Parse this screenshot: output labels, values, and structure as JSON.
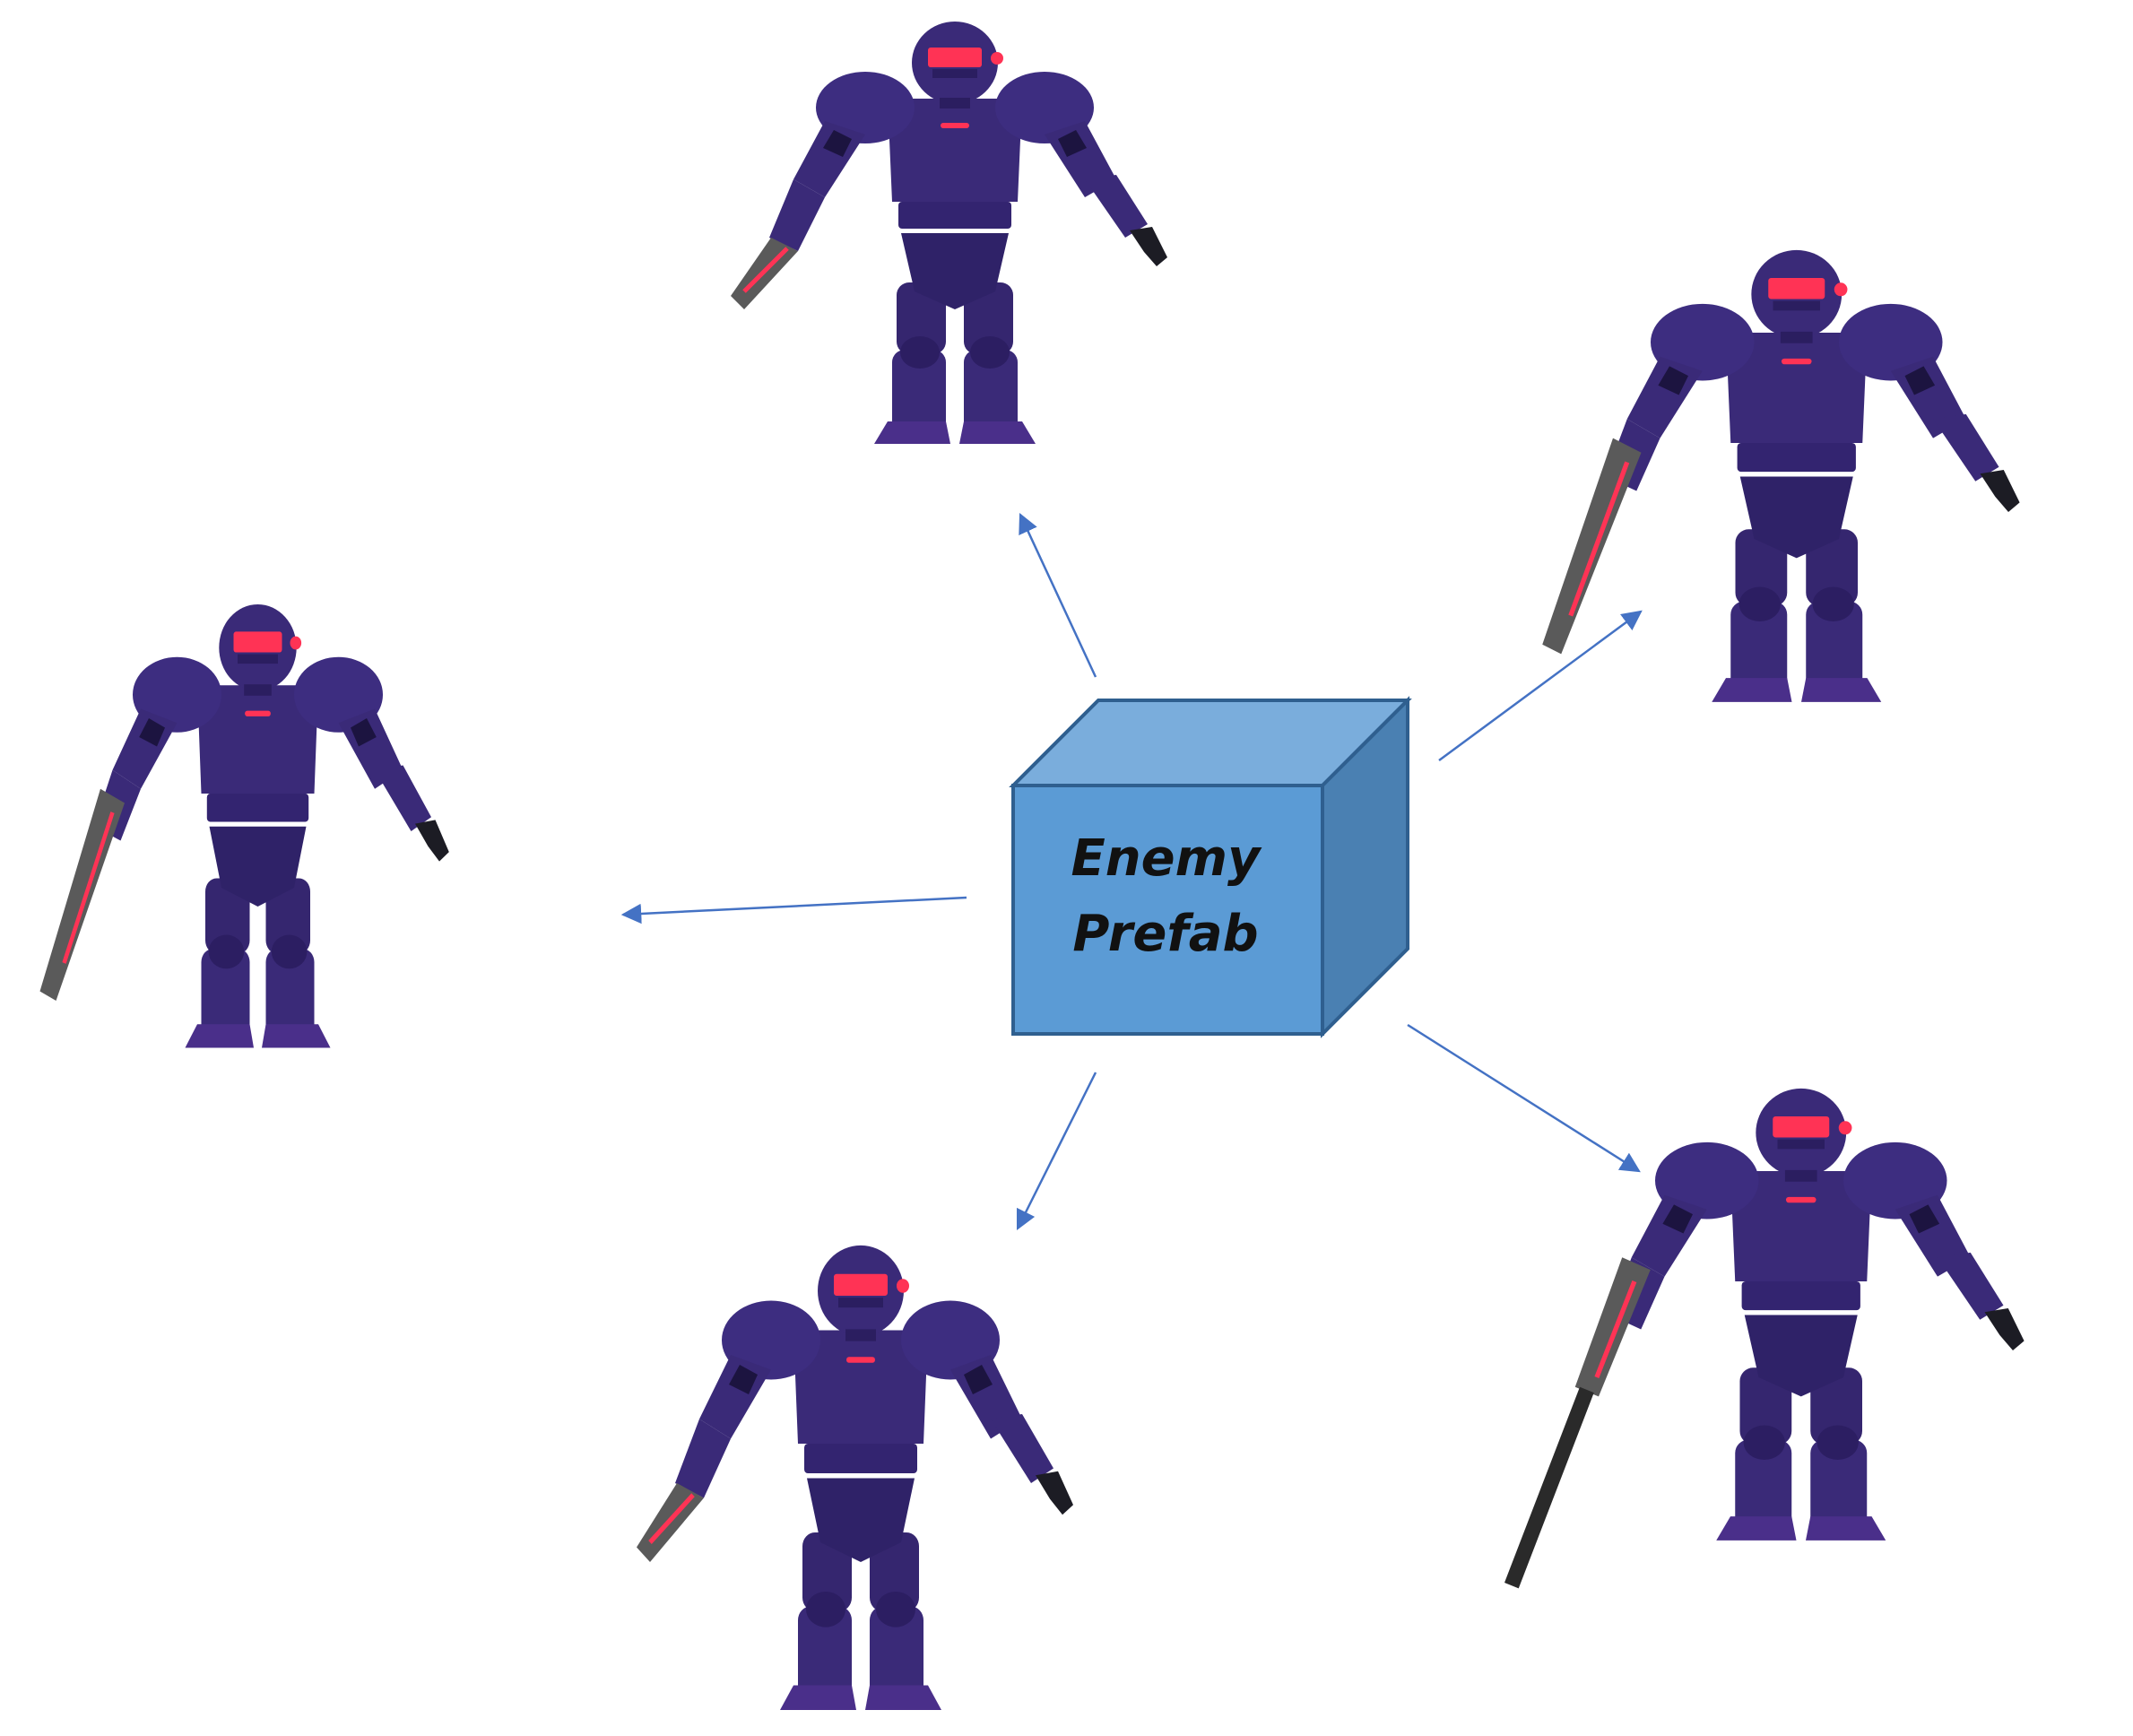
{
  "diagram": {
    "center_node": {
      "label_line1": "Enemy",
      "label_line2": "Prefab",
      "shape": "cube",
      "colors": {
        "front": "#5b9bd5",
        "top": "#7aaddc",
        "side": "#4a80b2",
        "edge": "#2f5f8f"
      }
    },
    "instances": [
      {
        "name": "enemy-robot-top",
        "weapon": "pistol"
      },
      {
        "name": "enemy-robot-left",
        "weapon": "rifle"
      },
      {
        "name": "enemy-robot-bottom",
        "weapon": "pistol"
      },
      {
        "name": "enemy-robot-top-right",
        "weapon": "rifle"
      },
      {
        "name": "enemy-robot-bottom-right",
        "weapon": "long-rifle"
      }
    ],
    "arrow_color": "#4472c4",
    "robot_colors": {
      "body": "#3a2a78",
      "dark": "#26195a",
      "visor": "#ff3355",
      "gun": "#5a5a5a"
    }
  }
}
